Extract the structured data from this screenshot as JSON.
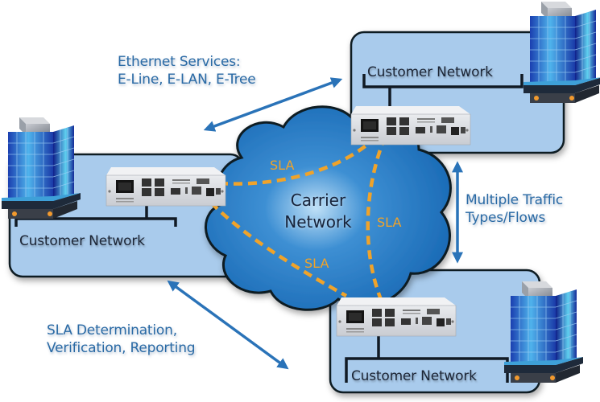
{
  "diagram": {
    "title": "Carrier Ethernet SLA network diagram",
    "colors": {
      "cloud": "#1f77c4",
      "cloud_outline": "#121a24",
      "customer_box": "#a9cbec",
      "sla_dash": "#f0a32a",
      "label_text": "#2a6aa5",
      "arrow": "#2a73b8"
    },
    "carrier_network": {
      "line1": "Carrier",
      "line2": "Network"
    },
    "sla_labels": [
      "SLA",
      "SLA",
      "SLA"
    ],
    "customer_networks": [
      {
        "id": "top-right",
        "label": "Customer Network"
      },
      {
        "id": "left",
        "label": "Customer Network"
      },
      {
        "id": "bottom-right",
        "label": "Customer Network"
      }
    ],
    "annotations": {
      "ethernet_services": {
        "line1": "Ethernet Services:",
        "line2": "E-Line, E-LAN, E-Tree"
      },
      "traffic": {
        "line1": "Multiple Traffic",
        "line2": "Types/Flows"
      },
      "sla_reporting": {
        "line1": "SLA Determination,",
        "line2": "Verification, Reporting"
      }
    },
    "icons": [
      "office-building-icon",
      "network-interface-device-icon",
      "double-arrow-icon",
      "cloud-icon"
    ]
  }
}
